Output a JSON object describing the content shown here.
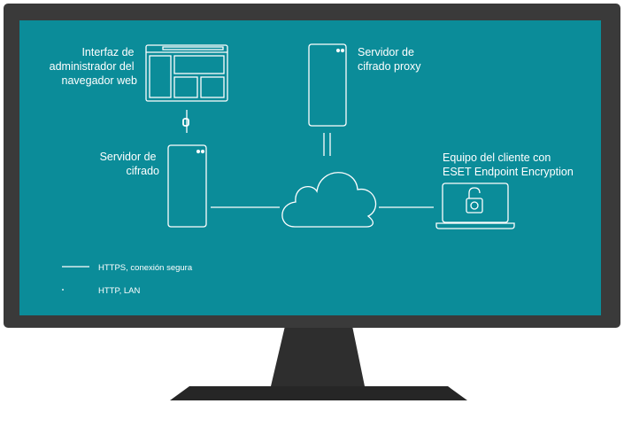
{
  "labels": {
    "admin_interface": [
      "Interfaz de",
      "administrador del",
      "navegador web"
    ],
    "proxy_server": [
      "Servidor de",
      "cifrado proxy"
    ],
    "encryption_server": [
      "Servidor de",
      "cifrado"
    ],
    "client": [
      "Equipo del cliente con",
      "ESET Endpoint Encryption"
    ]
  },
  "legend": {
    "https": "HTTPS, conexión segura",
    "http": "HTTP, LAN"
  },
  "colors": {
    "screen": "#0b8c99",
    "bezel": "#3a3a3a",
    "stand": "#2e2e2e",
    "line": "#ffffff"
  },
  "icons": [
    "browser-window-icon",
    "server-icon",
    "cloud-icon",
    "laptop-icon",
    "padlock-icon"
  ]
}
